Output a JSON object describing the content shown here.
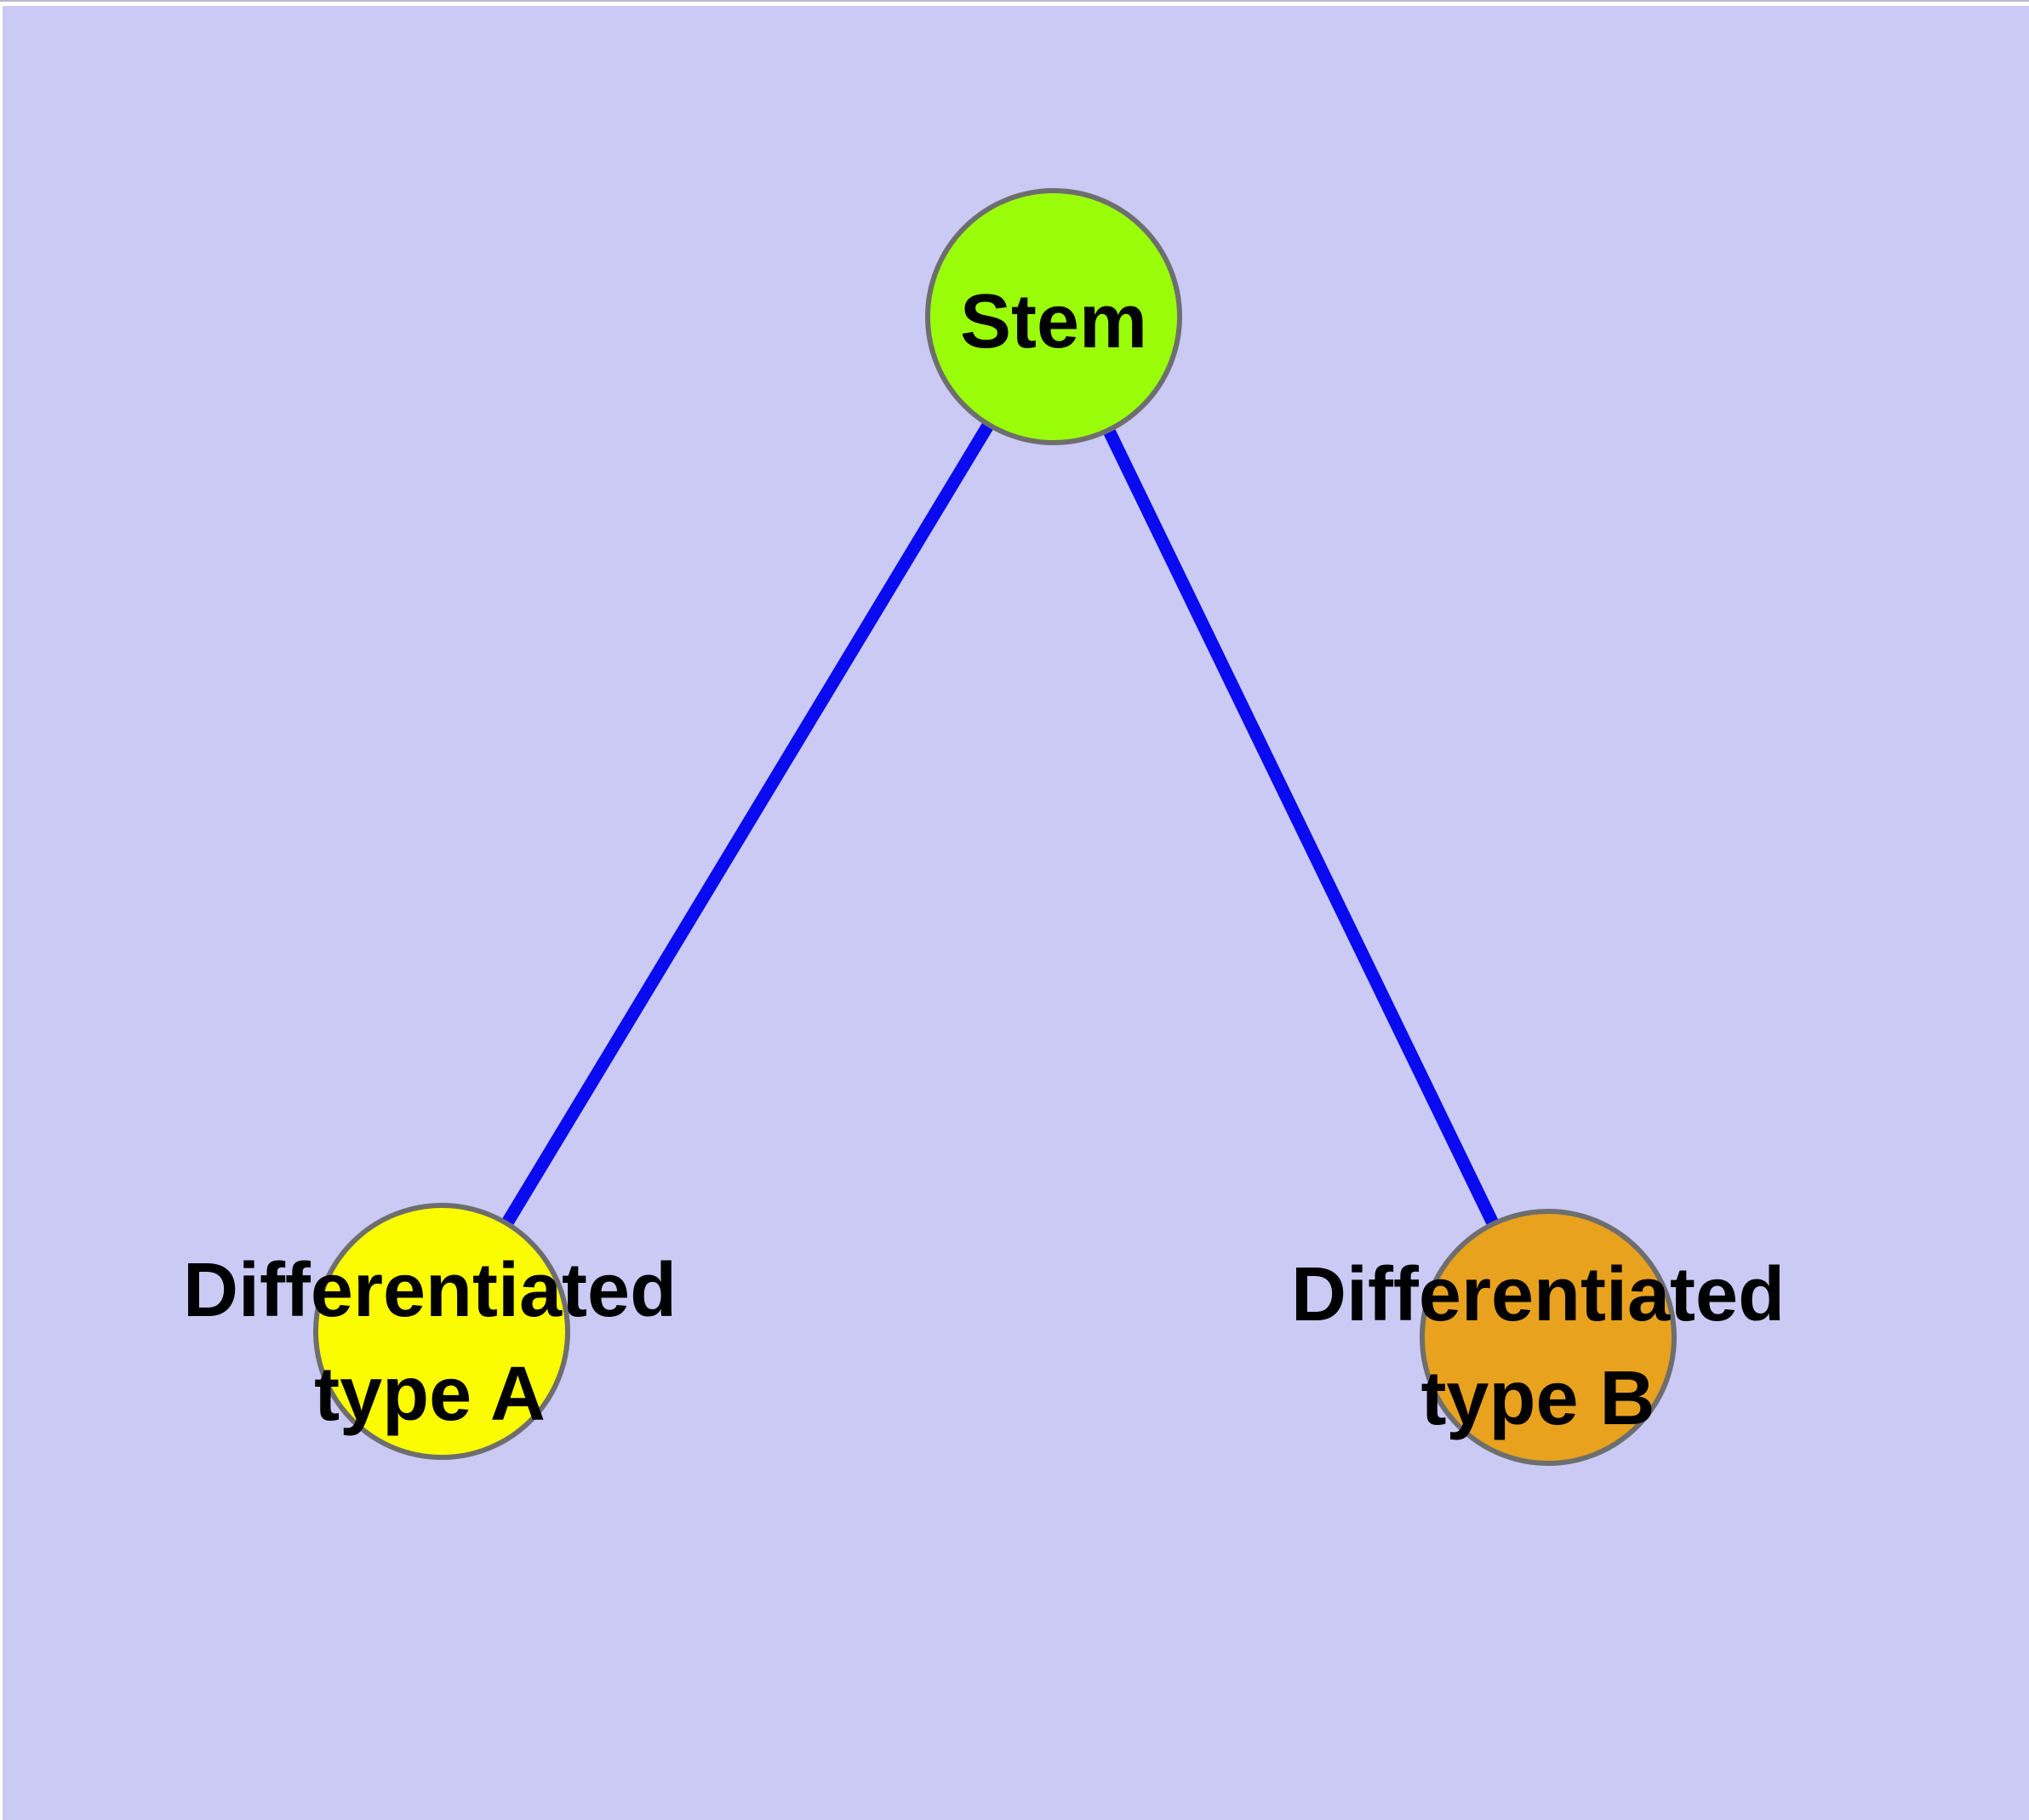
{
  "diagram": {
    "background_color": "#cacaf5",
    "edge_color": "#0a0af0",
    "node_border_color": "#6e6e6e",
    "label_color": "#000000",
    "nodes": [
      {
        "id": "stem",
        "label": "Stem",
        "fill": "#9afe0a"
      },
      {
        "id": "differentiated-type-a",
        "label_line1": "Differentiated",
        "label_line2": "type A",
        "fill": "#fcfc00"
      },
      {
        "id": "differentiated-type-b",
        "label_line1": "Differentiated",
        "label_line2": "type B",
        "fill": "#e8a21e"
      }
    ],
    "edges": [
      {
        "from": "Stem",
        "to": "Differentiated type A"
      },
      {
        "from": "Stem",
        "to": "Differentiated type B"
      }
    ]
  }
}
